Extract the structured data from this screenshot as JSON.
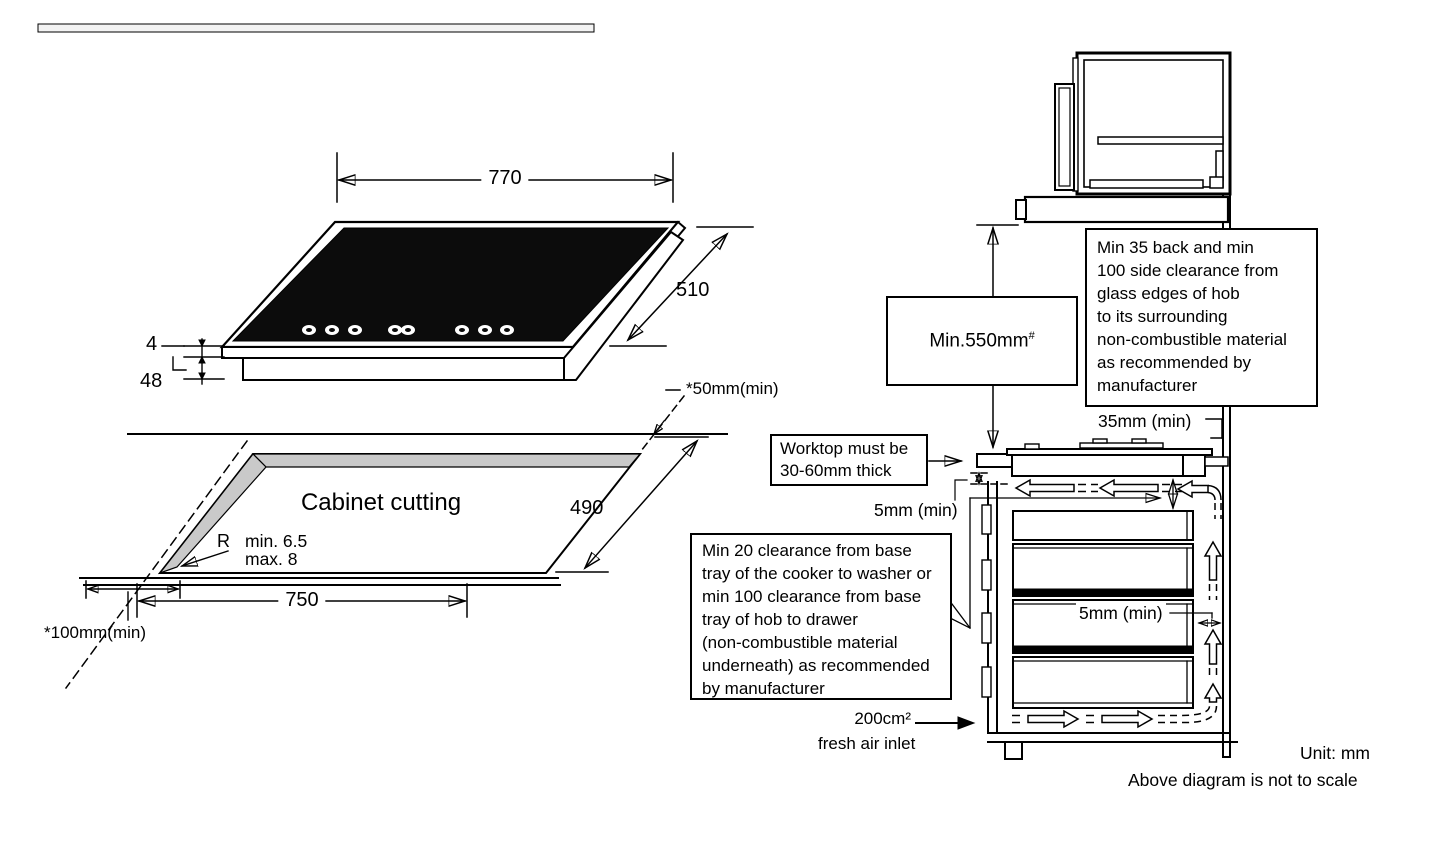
{
  "meta": {
    "unit_note": "Unit: mm",
    "scale_note": "Above diagram is not to scale",
    "colors": {
      "line": "#000000",
      "glass": "#0c0c0c",
      "cut_face": "#c9c9c9",
      "background": "#ffffff"
    }
  },
  "hob_3d": {
    "width": "770",
    "depth": "510",
    "glass_thickness": "4",
    "body_height": "48",
    "control_dot_count": 8
  },
  "cabinet_cutout": {
    "title": "Cabinet cutting",
    "corner_radius_prefix": "R",
    "corner_radius_min": "min. 6.5",
    "corner_radius_max": "max. 8",
    "cutout_width": "750",
    "cutout_depth": "490",
    "rear_clearance": "*50mm(min)",
    "side_clearance": "*100mm(min)"
  },
  "installation": {
    "hood_clearance": {
      "text": "Min.550mm",
      "sup": "#"
    },
    "surround_clearance_lines": [
      "Min 35 back and min",
      "100 side clearance from",
      "glass edges of hob",
      "to its surrounding",
      "non-combustible material",
      "as recommended by",
      "manufacturer"
    ],
    "rear_gap": "35mm (min)",
    "worktop_lines": [
      "Worktop must be",
      "30-60mm thick"
    ],
    "under_worktop_gap": "5mm (min)",
    "base_clearance_lines": [
      "Min 20 clearance from base",
      "tray of the cooker to washer or",
      "min 100 clearance from base",
      "tray of hob to drawer",
      "(non-combustible material",
      "underneath) as recommended",
      "by manufacturer"
    ],
    "drawer_side_gap": "5mm (min)",
    "air_inlet": {
      "area": "200cm²",
      "label": "fresh air inlet"
    }
  }
}
